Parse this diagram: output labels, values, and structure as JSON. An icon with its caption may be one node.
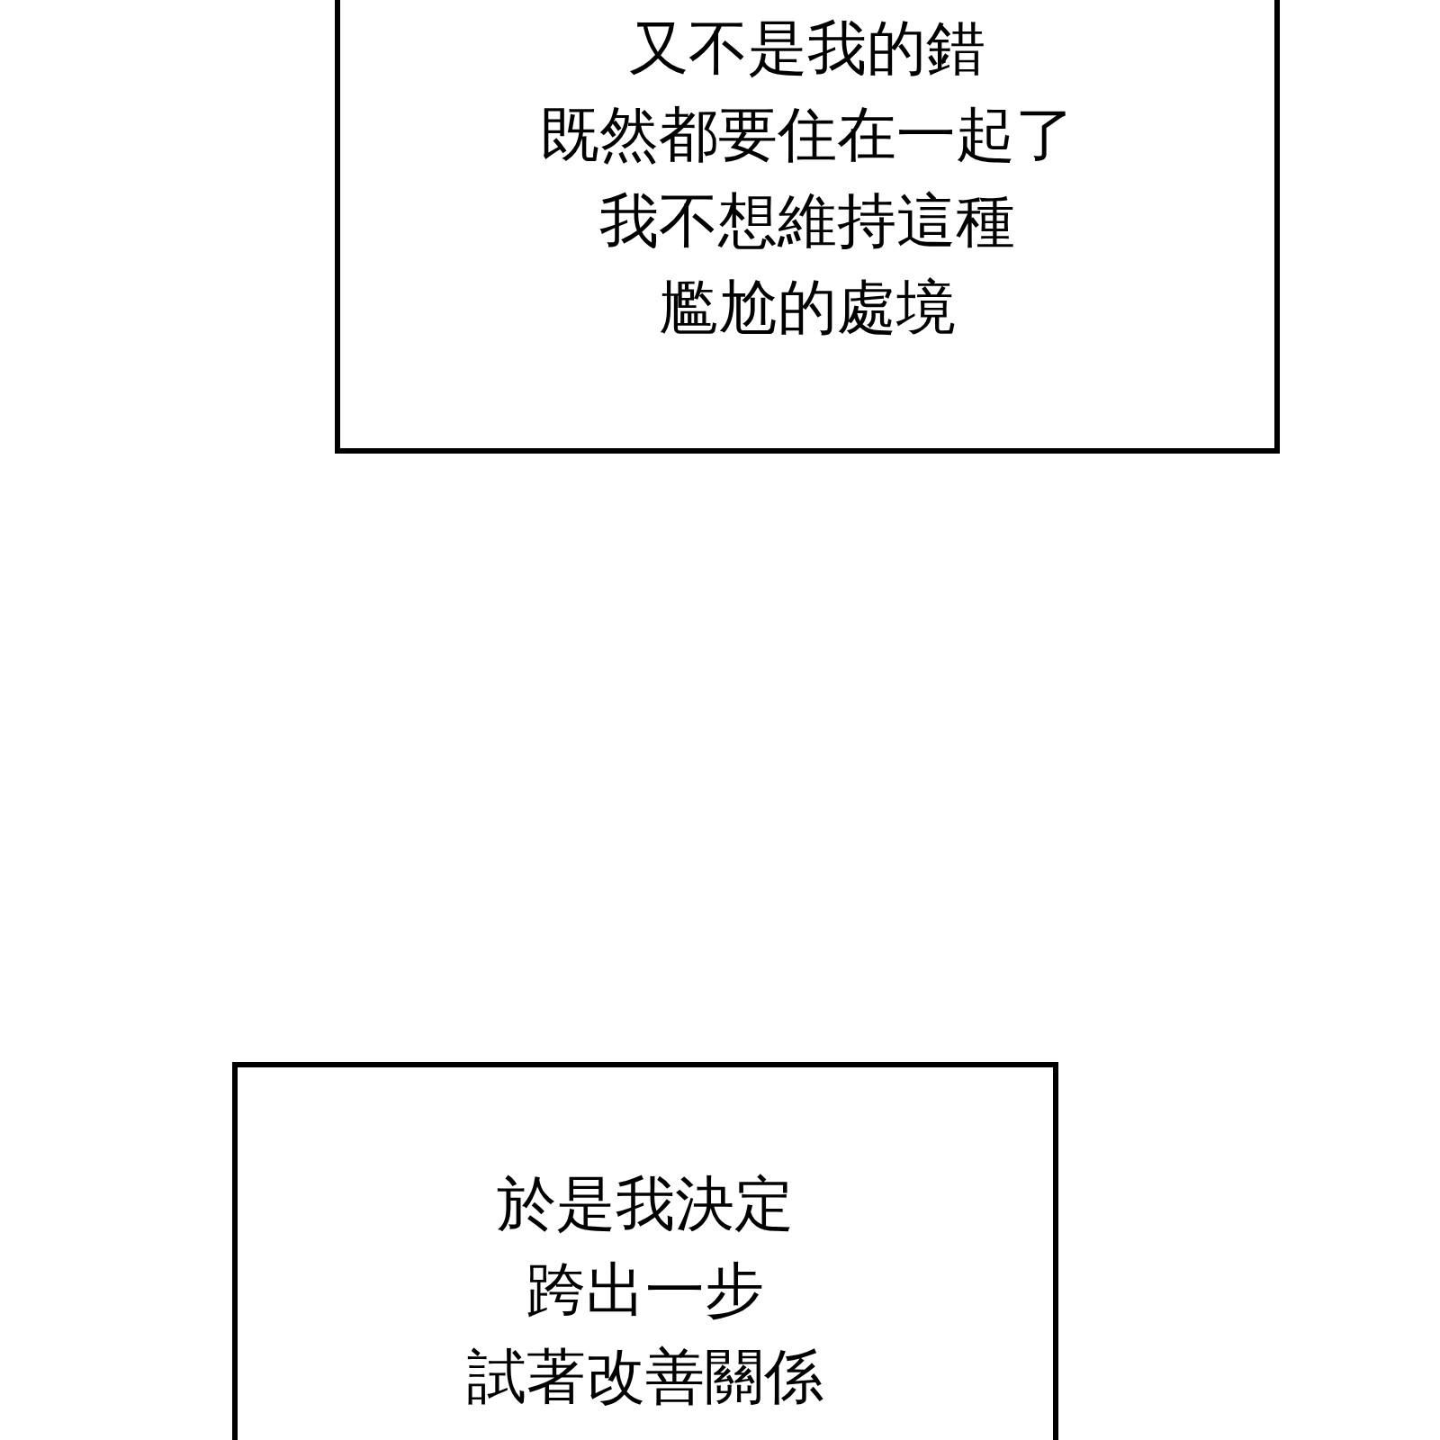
{
  "diagram": {
    "nodes": [
      {
        "text": [
          "又不是我的錯",
          "既然都要住在一起了",
          "我不想維持這種",
          "尷尬的處境"
        ]
      },
      {
        "text": [
          "於是我決定",
          "跨出一步",
          "試著改善關係"
        ]
      }
    ]
  }
}
